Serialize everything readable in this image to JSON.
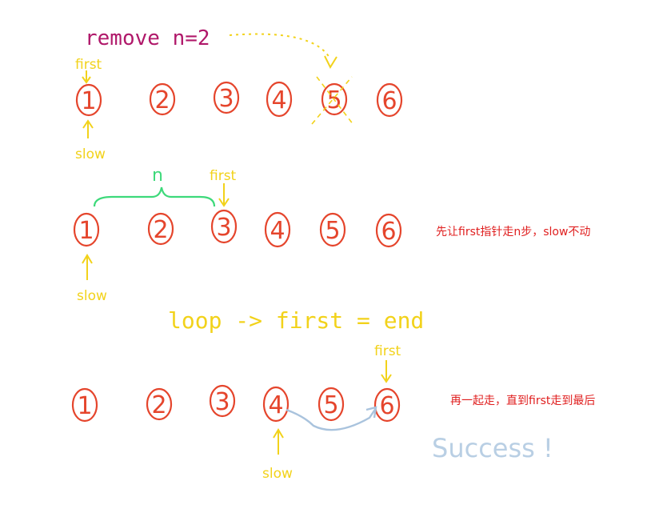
{
  "title": "remove  n=2",
  "nodes": [
    "1",
    "2",
    "3",
    "4",
    "5",
    "6"
  ],
  "labels": {
    "first": "first",
    "slow": "slow",
    "n": "n",
    "loop": "loop -> first = end",
    "success": "Success !"
  },
  "notes": {
    "row2": "先让first指针走n步，slow不动",
    "row3": "再一起走，直到first走到最后"
  },
  "colors": {
    "node": "#e5452c",
    "title": "#b0186a",
    "pointer": "#f2d21a",
    "brace": "#3dd97a",
    "arc": "#a9c3dd",
    "success": "#b9cfe4",
    "note": "#e02020"
  }
}
